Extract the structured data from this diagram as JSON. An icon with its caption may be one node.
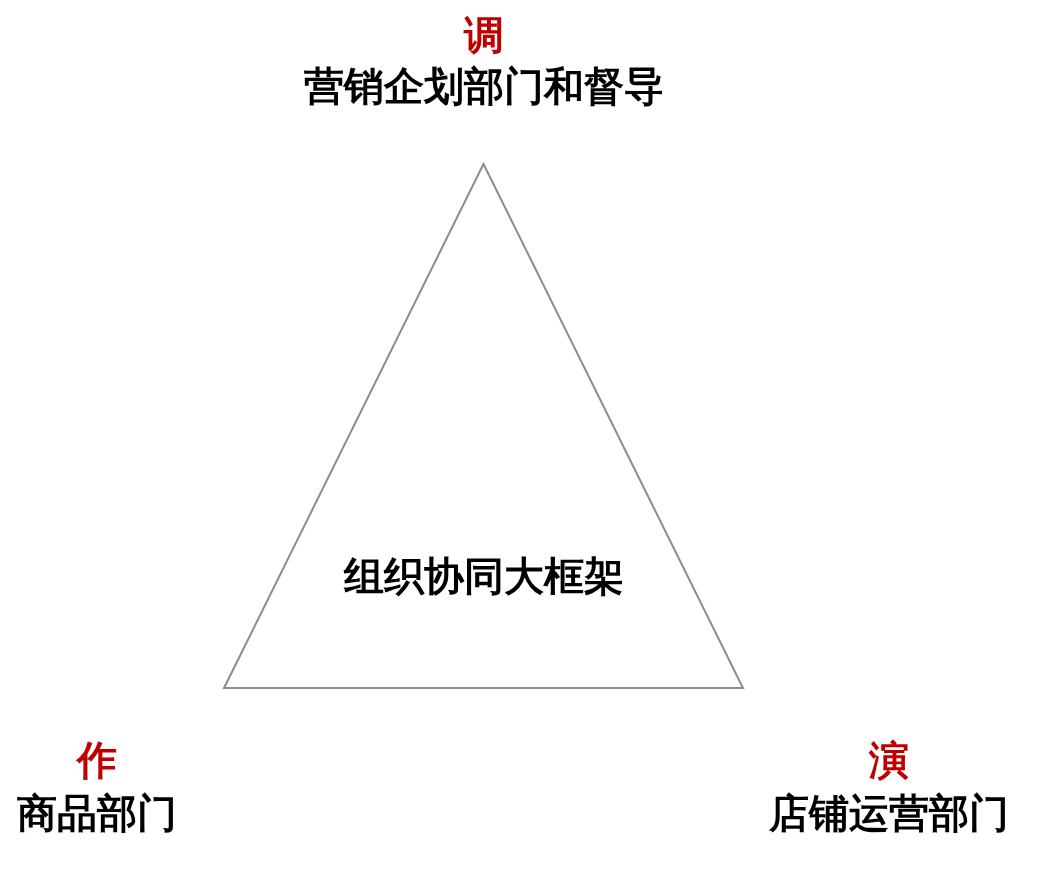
{
  "diagram": {
    "nodes": [
      {
        "text": [
          "组织协同大框架"
        ]
      }
    ],
    "edges": [],
    "labels": [
      "调",
      "营销企划部门和督导",
      "作",
      "商品部门",
      "演",
      "店铺运营部门"
    ]
  }
}
